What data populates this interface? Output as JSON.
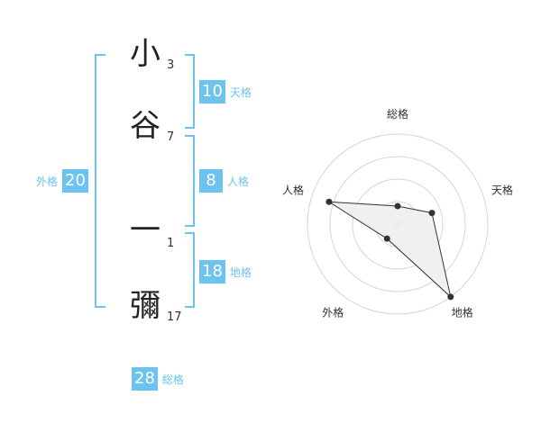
{
  "name_chars": [
    {
      "char": "小",
      "strokes": "3"
    },
    {
      "char": "谷",
      "strokes": "7"
    },
    {
      "char": "一",
      "strokes": "1"
    },
    {
      "char": "彌",
      "strokes": "17"
    }
  ],
  "fortune": {
    "tenkaku": {
      "value": "10",
      "label": "天格"
    },
    "jinkaku": {
      "value": "8",
      "label": "人格"
    },
    "chikaku": {
      "value": "18",
      "label": "地格"
    },
    "gaikaku": {
      "value": "20",
      "label": "外格"
    },
    "soukaku": {
      "value": "28",
      "label": "総格"
    }
  },
  "colors": {
    "accent": "#6cc3f0",
    "grid": "#d6d6d6",
    "polygon_fill": "#eeeeee",
    "polygon_stroke": "#333333"
  },
  "chart_data": {
    "type": "radar",
    "axes": [
      "総格",
      "天格",
      "地格",
      "外格",
      "人格"
    ],
    "values": [
      1,
      2,
      5,
      1,
      4
    ],
    "rmax": 5,
    "rings": 4,
    "grid": true,
    "legend": "none"
  }
}
